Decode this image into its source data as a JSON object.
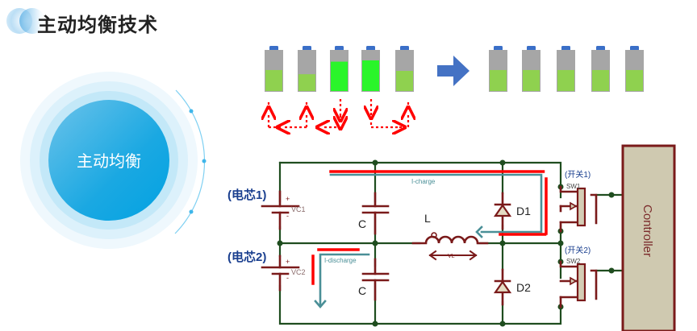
{
  "header": {
    "title": "主动均衡技术"
  },
  "badge": {
    "label": "主动均衡"
  },
  "batteries_before": {
    "levels": [
      0.52,
      0.42,
      0.72,
      0.75,
      0.5
    ],
    "highlight": [
      false,
      false,
      true,
      true,
      false
    ]
  },
  "batteries_after": {
    "levels": [
      0.52,
      0.52,
      0.52,
      0.52,
      0.52
    ]
  },
  "circuit": {
    "cell1_label": "(电芯1)",
    "cell2_label": "(电芯2)",
    "vc1": "VC1",
    "vc2": "VC2",
    "plus": "+",
    "minus": "-",
    "cap_label": "C",
    "inductor_label": "L",
    "vl_label": "VL",
    "d1": "D1",
    "d2": "D2",
    "charge_label": "I-charge",
    "discharge_label": "I-discharge",
    "sw1_label": "(开关1)",
    "sw2_label": "(开关2)",
    "sw1": "SW1",
    "sw2": "SW2",
    "controller": "Controller"
  },
  "colors": {
    "wire": "#1f4d1f",
    "component": "#7a1a1a",
    "current": "#4a8f97",
    "dotted": "#ff0000",
    "cell_label": "#1a3f8f",
    "arrow": "#4472c4",
    "controller_fill": "#cfc9b0",
    "battery_gray": "#a6a6a6",
    "battery_green": "#8fd14f",
    "battery_bright": "#2af52a",
    "battery_cap": "#3a6fc8"
  }
}
